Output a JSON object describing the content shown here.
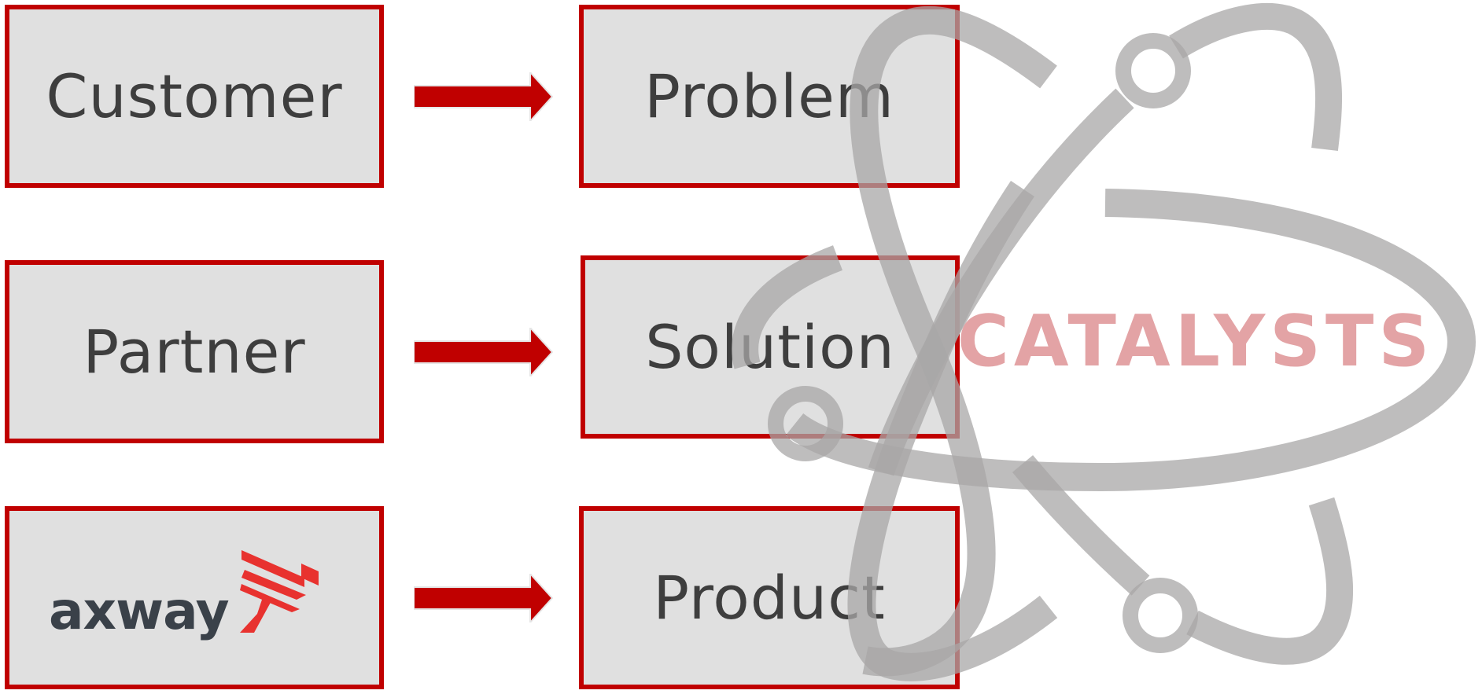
{
  "left_column": {
    "items": [
      {
        "label": "Customer"
      },
      {
        "label": "Partner"
      },
      {
        "label": "axway"
      }
    ]
  },
  "right_column": {
    "items": [
      {
        "label": "Problem"
      },
      {
        "label": "Solution"
      },
      {
        "label": "Product"
      }
    ]
  },
  "watermark": {
    "text": "CATALYSTS",
    "icon": "atom-orbits-icon"
  },
  "colors": {
    "box_border": "#c00000",
    "box_fill": "#e0e0e0",
    "arrow": "#c00000",
    "text": "#3e3e3e",
    "watermark_orbit": "#a8a7a7",
    "watermark_text": "#e3a3a5",
    "axway_red": "#e8322f",
    "axway_dark": "#3a4149"
  }
}
